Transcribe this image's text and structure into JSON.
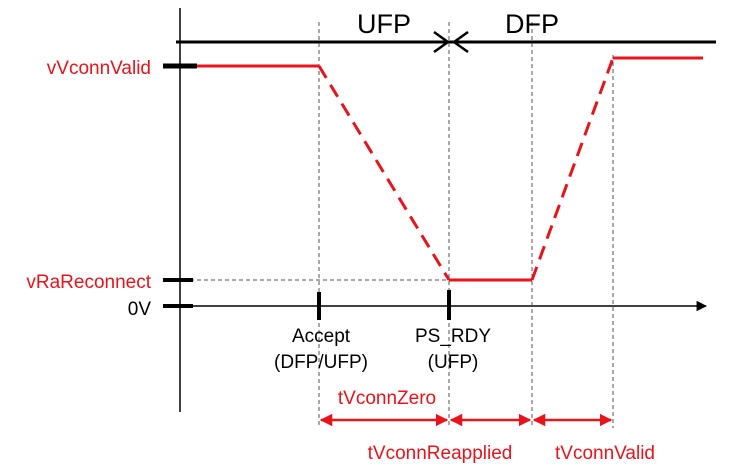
{
  "phases": {
    "left": "UFP",
    "right": "DFP"
  },
  "levels": {
    "valid": "vVconnValid",
    "reconnect": "vRaReconnect",
    "zero": "0V"
  },
  "events": [
    {
      "line1": "Accept",
      "line2": "(DFP/UFP)"
    },
    {
      "line1": "PS_RDY",
      "line2": "(UFP)"
    }
  ],
  "timings": {
    "zero": "tVconnZero",
    "reapplied": "tVconnReapplied",
    "valid": "tVconnValid"
  },
  "colors": {
    "signal": "#e8141b",
    "axis": "#000000",
    "guide": "#555555"
  }
}
